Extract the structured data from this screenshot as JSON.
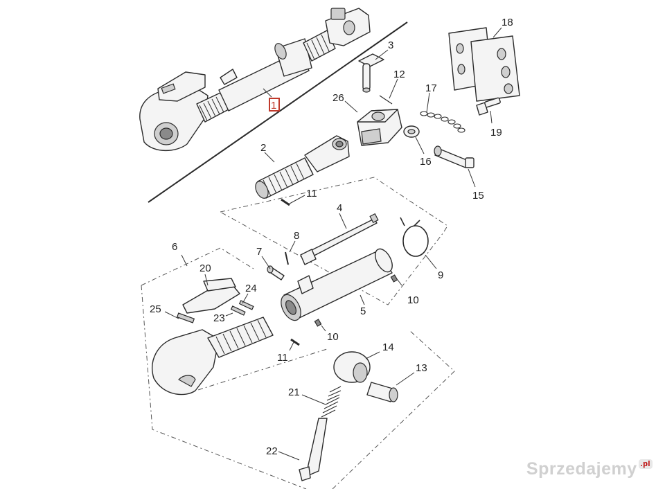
{
  "diagram": {
    "highlight_color": "#c0392b",
    "labels": {
      "p1": "1",
      "p2": "2",
      "p3": "3",
      "p4": "4",
      "p5": "5",
      "p6": "6",
      "p7": "7",
      "p8": "8",
      "p9": "9",
      "p10a": "10",
      "p10b": "10",
      "p11a": "11",
      "p11b": "11",
      "p12": "12",
      "p13": "13",
      "p14": "14",
      "p15": "15",
      "p16": "16",
      "p17": "17",
      "p18": "18",
      "p19": "19",
      "p20": "20",
      "p21": "21",
      "p22": "22",
      "p23": "23",
      "p24": "24",
      "p25": "25",
      "p26": "26"
    }
  },
  "watermark": {
    "text": "Sprzedajemy",
    "suffix": ".pl"
  }
}
